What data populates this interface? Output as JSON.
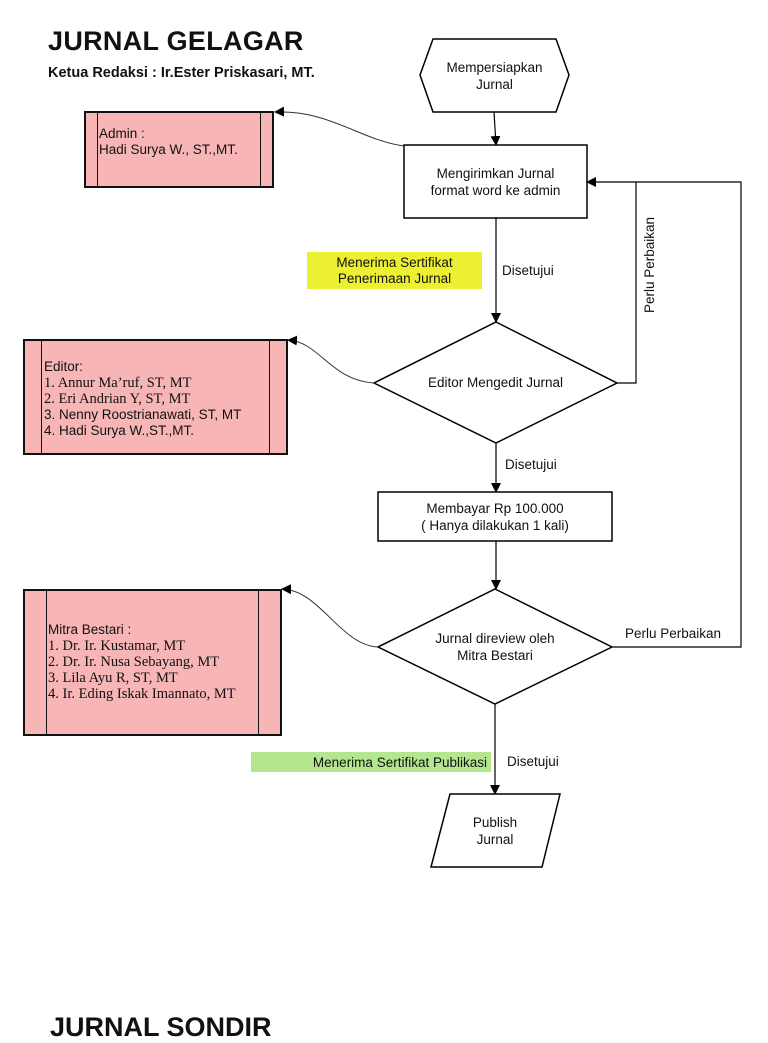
{
  "header": {
    "title": "JURNAL GELAGAR",
    "subtitle": "Ketua Redaksi : Ir.Ester Priskasari, MT."
  },
  "roles": {
    "admin": {
      "heading": "Admin :",
      "members": [
        "Hadi Surya W., ST.,MT."
      ]
    },
    "editor": {
      "heading": "Editor:",
      "members": [
        "1. Annur Ma’ruf, ST, MT",
        "2. Eri Andrian Y, ST, MT",
        "3. Nenny Roostrianawati, ST, MT",
        "4. Hadi Surya W.,ST.,MT."
      ]
    },
    "mitra": {
      "heading": "Mitra Bestari :",
      "members": [
        "1. Dr. Ir. Kustamar, MT",
        "2. Dr. Ir. Nusa Sebayang, MT",
        "3. Lila Ayu R, ST, MT",
        "4. Ir. Eding Iskak Imannato, MT"
      ]
    }
  },
  "nodes": {
    "start": {
      "line1": "Mempersiapkan",
      "line2": "Jurnal"
    },
    "send": {
      "line1": "Mengirimkan Jurnal",
      "line2": "format word ke admin"
    },
    "edit": {
      "line1": "Editor Mengedit Jurnal"
    },
    "pay": {
      "line1": "Membayar Rp 100.000",
      "line2": "( Hanya dilakukan 1 kali)"
    },
    "review": {
      "line1": "Jurnal direview oleh",
      "line2": "Mitra Bestari"
    },
    "publish": {
      "line1": "Publish",
      "line2": "Jurnal"
    }
  },
  "edge_labels": {
    "approved_1": "Disetujui",
    "approved_2": "Disetujui",
    "approved_3": "Disetujui",
    "revise_1": "Perlu Perbaikan",
    "revise_2": "Perlu Perbaikan"
  },
  "notes": {
    "acceptance_cert": {
      "line1": "Menerima Sertifikat",
      "line2": "Penerimaan Jurnal",
      "color": "#ecf033"
    },
    "publication_cert": {
      "line1": "Menerima Sertifikat Publikasi",
      "color": "#b3e68f"
    }
  },
  "role_box_color": "#f8b5b6",
  "footer": {
    "next_title": "JURNAL SONDIR"
  }
}
